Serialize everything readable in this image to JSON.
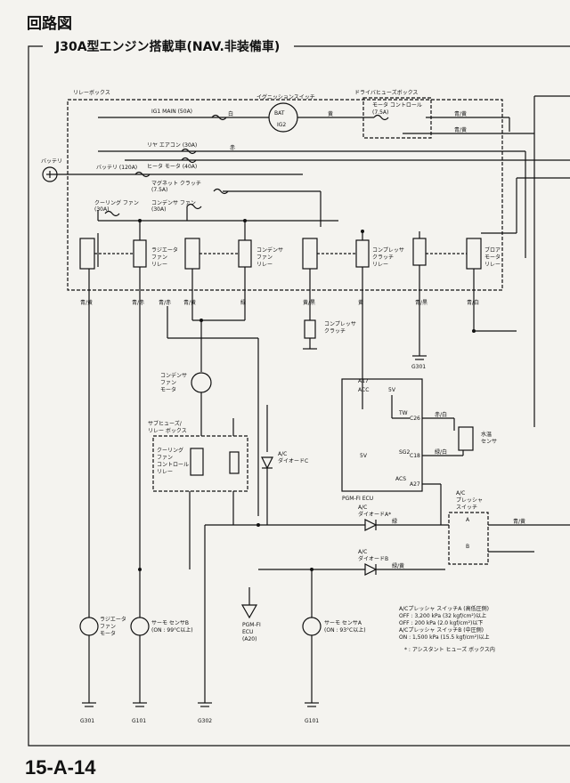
{
  "page": {
    "title": "回路図",
    "subtitle": "J30A型エンジン搭載車(NAV.非装備車)",
    "page_number": "15-A-14"
  },
  "labels": {
    "relay_box": "リレーボックス",
    "ig1_main": "IG1 MAIN (50A)",
    "ignition_switch": "イグニッションスイッチ",
    "bat": "BAT",
    "ig2": "IG2",
    "driver_fuse_box": "ドライバヒューズボックス",
    "motor_control": "モータ コントロール",
    "motor_control_amp": "(7.5A)",
    "rear_aircon": "リヤ エアコン (30A)",
    "heater_motor": "ヒータ モータ (40A)",
    "battery": "バッテリ",
    "battery_fuse": "バッテリ (120A)",
    "magnet_clutch": "マグネット クラッチ",
    "magnet_clutch_amp": "(7.5A)",
    "cooling_fan": "クーリング ファン",
    "cooling_fan_amp": "(30A)",
    "condenser_fan": "コンデンサ ファン",
    "condenser_fan_amp": "(30A)",
    "radiator_fan_relay": [
      "ラジエータ",
      "ファン",
      "リレー"
    ],
    "condenser_fan_relay": [
      "コンデンサ",
      "ファン",
      "リレー"
    ],
    "compressor_clutch_relay": [
      "コンプレッサ",
      "クラッチ",
      "リレー"
    ],
    "blower_motor_relay": [
      "ブロア",
      "モータ",
      "リレー"
    ],
    "compressor_clutch": [
      "コンプレッサ",
      "クラッチ"
    ],
    "condenser_fan_motor": [
      "コンデンサ",
      "ファン",
      "モータ"
    ],
    "sub_fuse_relay_box": [
      "サブヒューズ/",
      "リレー ボックス"
    ],
    "cooling_fan_control_relay": [
      "クーリング",
      "ファン",
      "コントロール",
      "リレー"
    ],
    "ac_diode_c": [
      "A/C",
      "ダイオードC"
    ],
    "ac_diode_a": [
      "A/C",
      "ダイオードA*"
    ],
    "ac_diode_b": [
      "A/C",
      "ダイオードB"
    ],
    "pgm_fi_ecu": "PGM-FI ECU",
    "pgm_fi_ecu_a20": [
      "PGM-FI",
      "ECU",
      "(A20)"
    ],
    "ac_pressure_switch": [
      "A/C",
      "プレッシャ",
      "スイッチ"
    ],
    "water_temp_sensor": [
      "水温",
      "センサ"
    ],
    "radiator_fan_motor": [
      "ラジエータ",
      "ファン",
      "モータ"
    ],
    "thermo_sensor_b": [
      "サーモ センサB",
      "(ON : 99°C以上)"
    ],
    "thermo_sensor_a": [
      "サーモ センサA",
      "(ON : 93°C以上)"
    ],
    "acc": "ACC",
    "tw": "TW",
    "sg2": "SG2",
    "acs": "ACS",
    "five_v": "5V",
    "switch_a": "A",
    "switch_b": "B"
  },
  "connectors": [
    "A17",
    "C26",
    "C18",
    "A27"
  ],
  "grounds": [
    "G301",
    "G101",
    "G302",
    "G101",
    "G301"
  ],
  "wire_colors": {
    "white": "白",
    "yellow": "黄",
    "red": "赤",
    "green": "緑",
    "blue_yellow": "青/黄",
    "blue_red": "青/赤",
    "blue_black": "青/黒",
    "blue_white": "青/白",
    "red_white": "赤/白",
    "green_yellow": "緑/黄",
    "green_white": "緑/白",
    "yellow_black": "黄/黒"
  },
  "notes": [
    "A/Cプレッシャ スイッチA (高低圧側)",
    "OFF : 3,200 kPa (32 kgf/cm²)以上",
    "OFF : 200 kPa (2.0 kgf/cm²)以下",
    "A/Cプレッシャ スイッチB (中圧側)",
    "ON : 1,500 kPa (15.5 kgf/cm²)以上",
    "* : アシスタント ヒューズ ボックス内"
  ],
  "colors": {
    "ink": "#111111",
    "paper": "#f4f3ef"
  }
}
